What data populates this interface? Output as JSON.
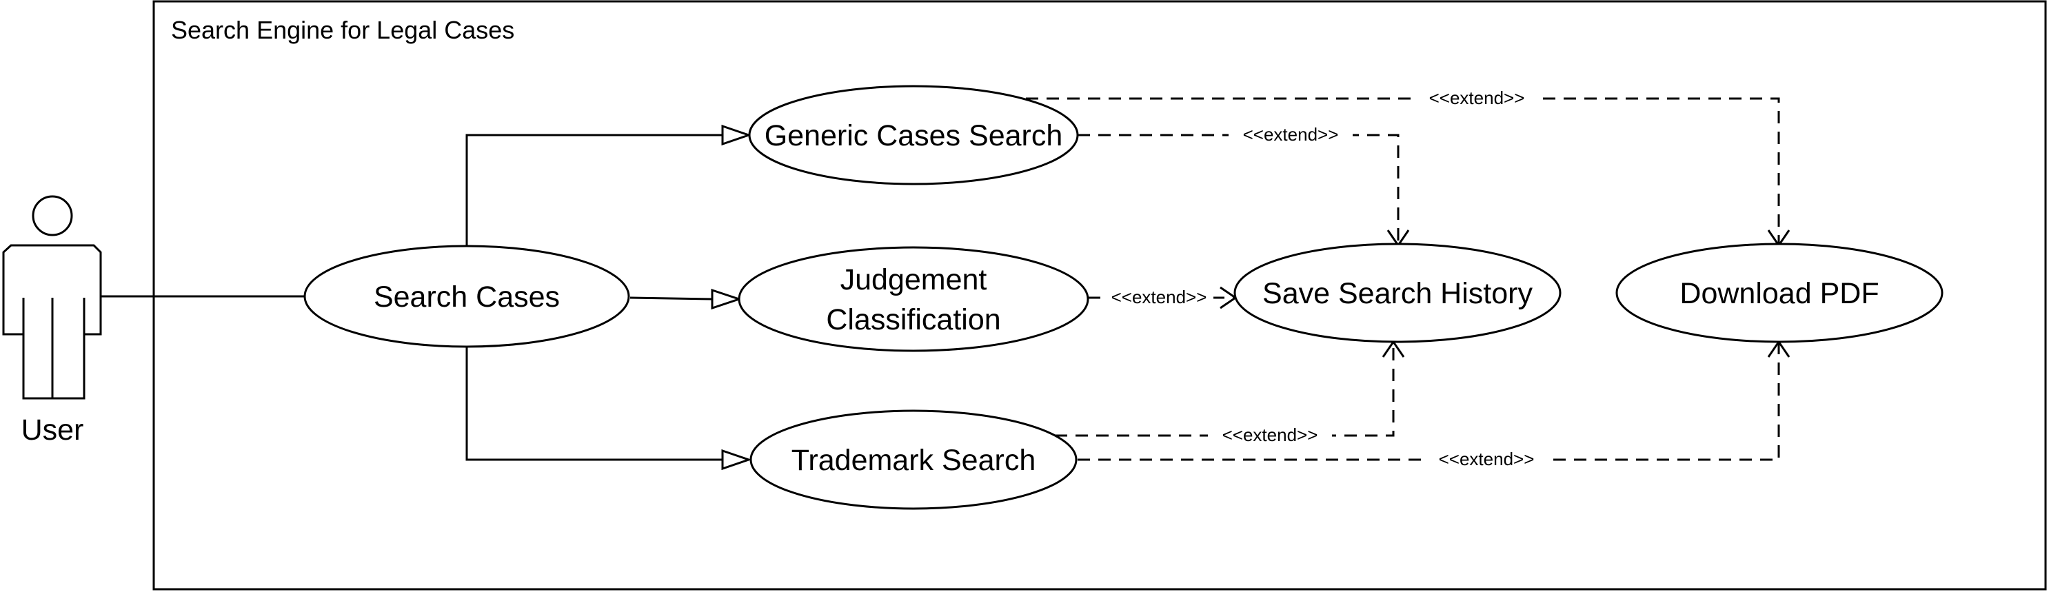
{
  "system": {
    "title": "Search Engine for Legal Cases"
  },
  "actor": {
    "label": "User"
  },
  "use_cases": {
    "search_cases": "Search Cases",
    "generic_cases_search": "Generic Cases Search",
    "judgement_classification_line1": "Judgement",
    "judgement_classification_line2": "Classification",
    "trademark_search": "Trademark Search",
    "save_search_history": "Save Search History",
    "download_pdf": "Download PDF"
  },
  "relations": {
    "extend_generic_to_pdf": "<<extend>>",
    "extend_generic_to_history": "<<extend>>",
    "extend_judgement_to_history": "<<extend>>",
    "extend_trademark_to_history": "<<extend>>",
    "extend_trademark_to_pdf": "<<extend>>"
  }
}
